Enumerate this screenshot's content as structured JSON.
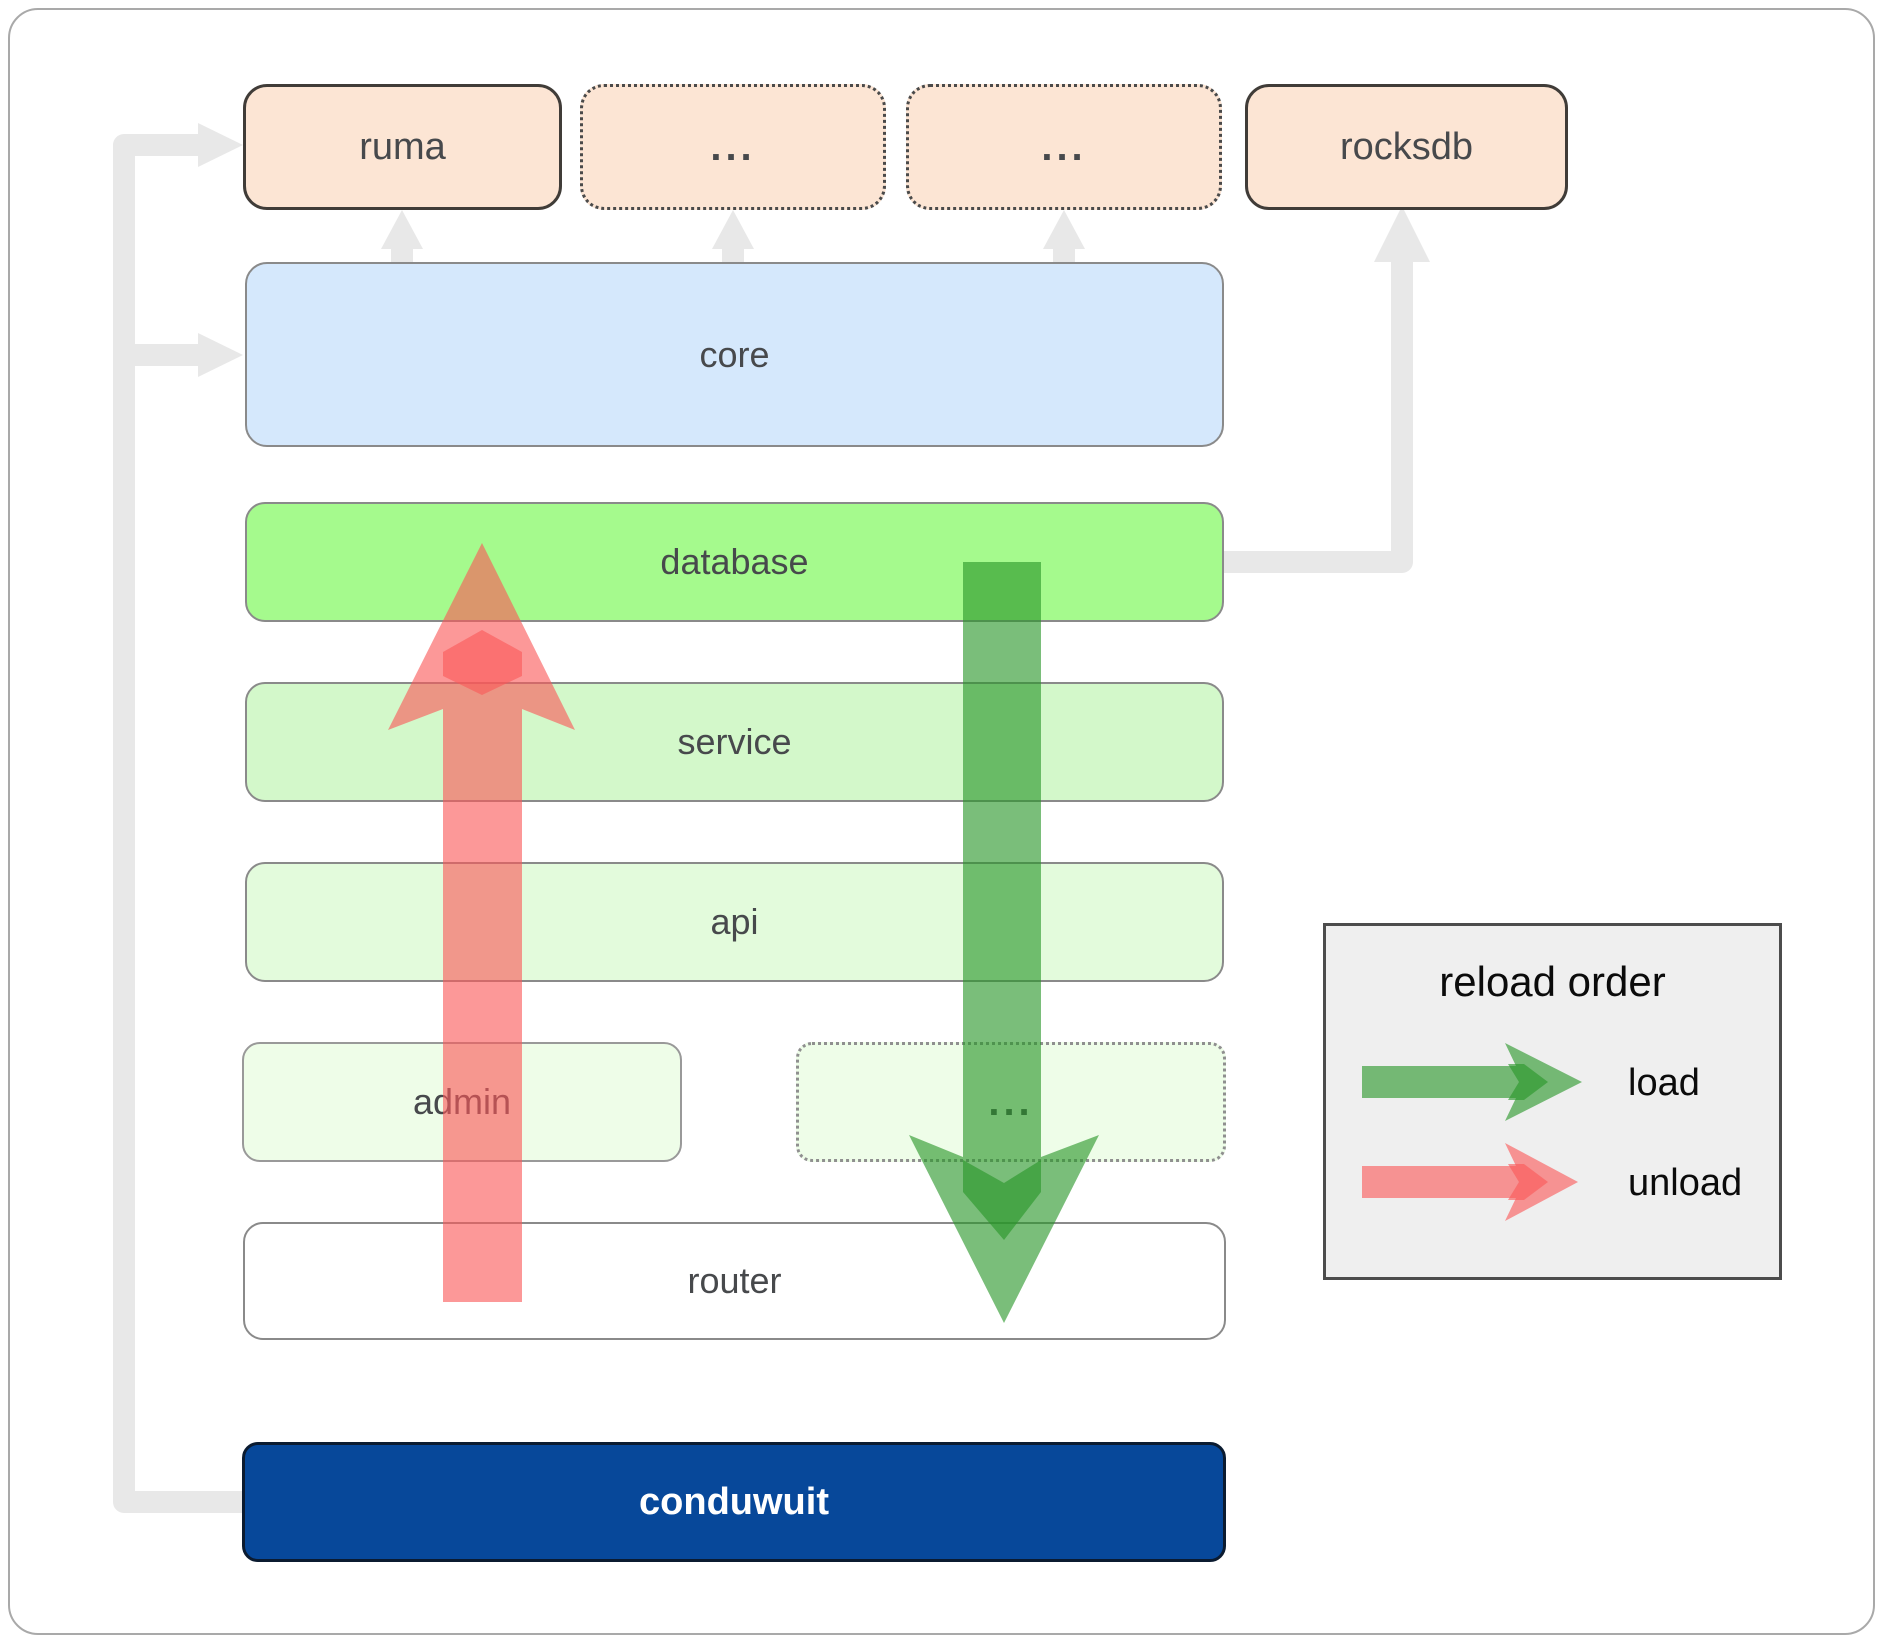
{
  "nodes": {
    "ruma": "ruma",
    "ellipsis1": "...",
    "ellipsis2": "...",
    "rocksdb": "rocksdb",
    "core": "core",
    "database": "database",
    "service": "service",
    "api": "api",
    "admin": "admin",
    "ellipsis3": "...",
    "router": "router",
    "conduwuit": "conduwuit"
  },
  "legend": {
    "title": "reload order",
    "load": "load",
    "unload": "unload"
  },
  "colors": {
    "frame_border": "#a9a9a9",
    "connector": "#e8e8e8",
    "peach_fill": "#fce5d4",
    "peach_border": "#403c38",
    "dotted_border": "#4a4a4a",
    "core_fill": "#d5e8fc",
    "core_border": "#8a8a8a",
    "db_fill": "#a5fa8d",
    "service_fill": "#d3f8ca",
    "api_fill": "#e3fbdc",
    "admin_fill": "#eefde8",
    "router_fill": "#ffffff",
    "conduwuit_fill": "#07489a",
    "conduwuit_border": "#0b1b30",
    "label": "#47494c",
    "legend_bg": "#efefef",
    "legend_border": "#4c4c4c",
    "legend_text": "#0b0b0b",
    "arrow_green": "rgba(40,150,40,0.62)",
    "arrow_red": "rgba(250,88,88,0.62)"
  }
}
